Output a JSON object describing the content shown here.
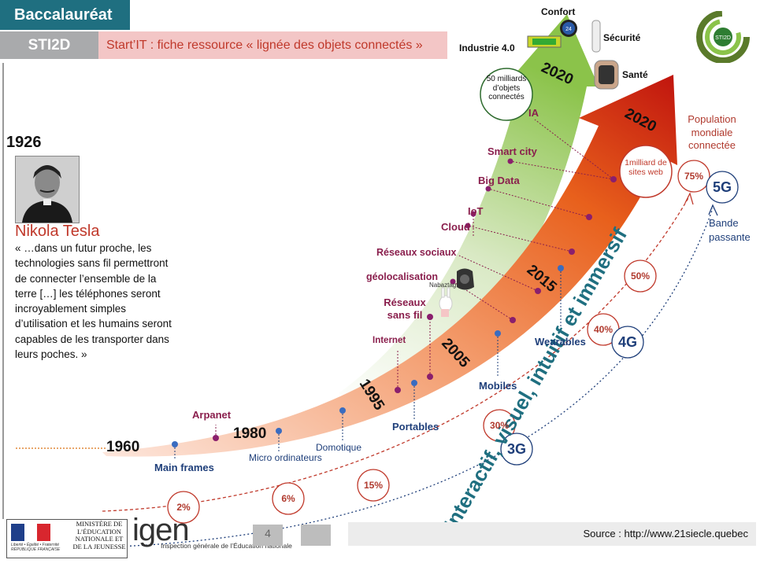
{
  "header": {
    "baccalaureat": "Baccalauréat",
    "sti2d": "STI2D",
    "fiche": "Start’IT : fiche ressource « lignée des objets connectés »",
    "logo": "STI2D"
  },
  "tesla": {
    "year": "1926",
    "name": "Nikola Tesla",
    "quote": "« …dans un futur proche, les technologies sans fil permettront  de connecter l’ensemble de la terre […] les téléphones seront incroyablement simples d’utilisation et les humains seront capables de les transporter dans leurs poches. »"
  },
  "years": {
    "y1960": "1960",
    "y1980": "1980",
    "y1995": "1995",
    "y2005": "2005",
    "y2015": "2015",
    "y2020_red": "2020",
    "y2020_green": "2020"
  },
  "milestones_blue": [
    "Main frames",
    "Micro ordinateurs",
    "Domotique",
    "Portables",
    "Mobiles",
    "Wearables"
  ],
  "milestones_purple": [
    "Arpanet",
    "Internet",
    "Réseaux sans fil",
    "géolocalisation",
    "Réseaux sociaux",
    "Cloud",
    "IoT",
    "Big Data",
    "Smart city",
    "IA"
  ],
  "nabaztag": "Nabaztag",
  "green_arrow": {
    "bubble": "50 milliards d’objets connectés",
    "industrie": "Industrie 4.0",
    "confort": "Confort",
    "securite": "Sécurité",
    "sante": "Santé",
    "thermostat": "24"
  },
  "red_arrow": {
    "bubble": "1milliard de sites web",
    "population": "Population mondiale connectée"
  },
  "percentages": [
    "2%",
    "6%",
    "15%",
    "30%",
    "40%",
    "50%",
    "75%"
  ],
  "networks": {
    "g3": "3G",
    "g4": "4G",
    "g5": "5G",
    "bande": "Bande passante"
  },
  "diagonal_text": "Interactif, visuel, intuitif et immersif",
  "footer": {
    "ministere": "MINISTÈRE DE L’ÉDUCATION NATIONALE ET DE LA JEUNESSE",
    "republique": "Liberté • Égalité • Fraternité RÉPUBLIQUE FRANÇAISE",
    "igen": "igen",
    "igen_sub": "Inspection générale de l’Éducation nationale",
    "page": "4",
    "source": "Source : http://www.21siecle.quebec"
  },
  "colors": {
    "teal": "#1f6f80",
    "grey": "#a9aaac",
    "pink": "#f3c6c6",
    "accent_red": "#c0392b",
    "navy": "#1f3f7a",
    "purple": "#8a1f4d",
    "green": "#8bc34a"
  }
}
